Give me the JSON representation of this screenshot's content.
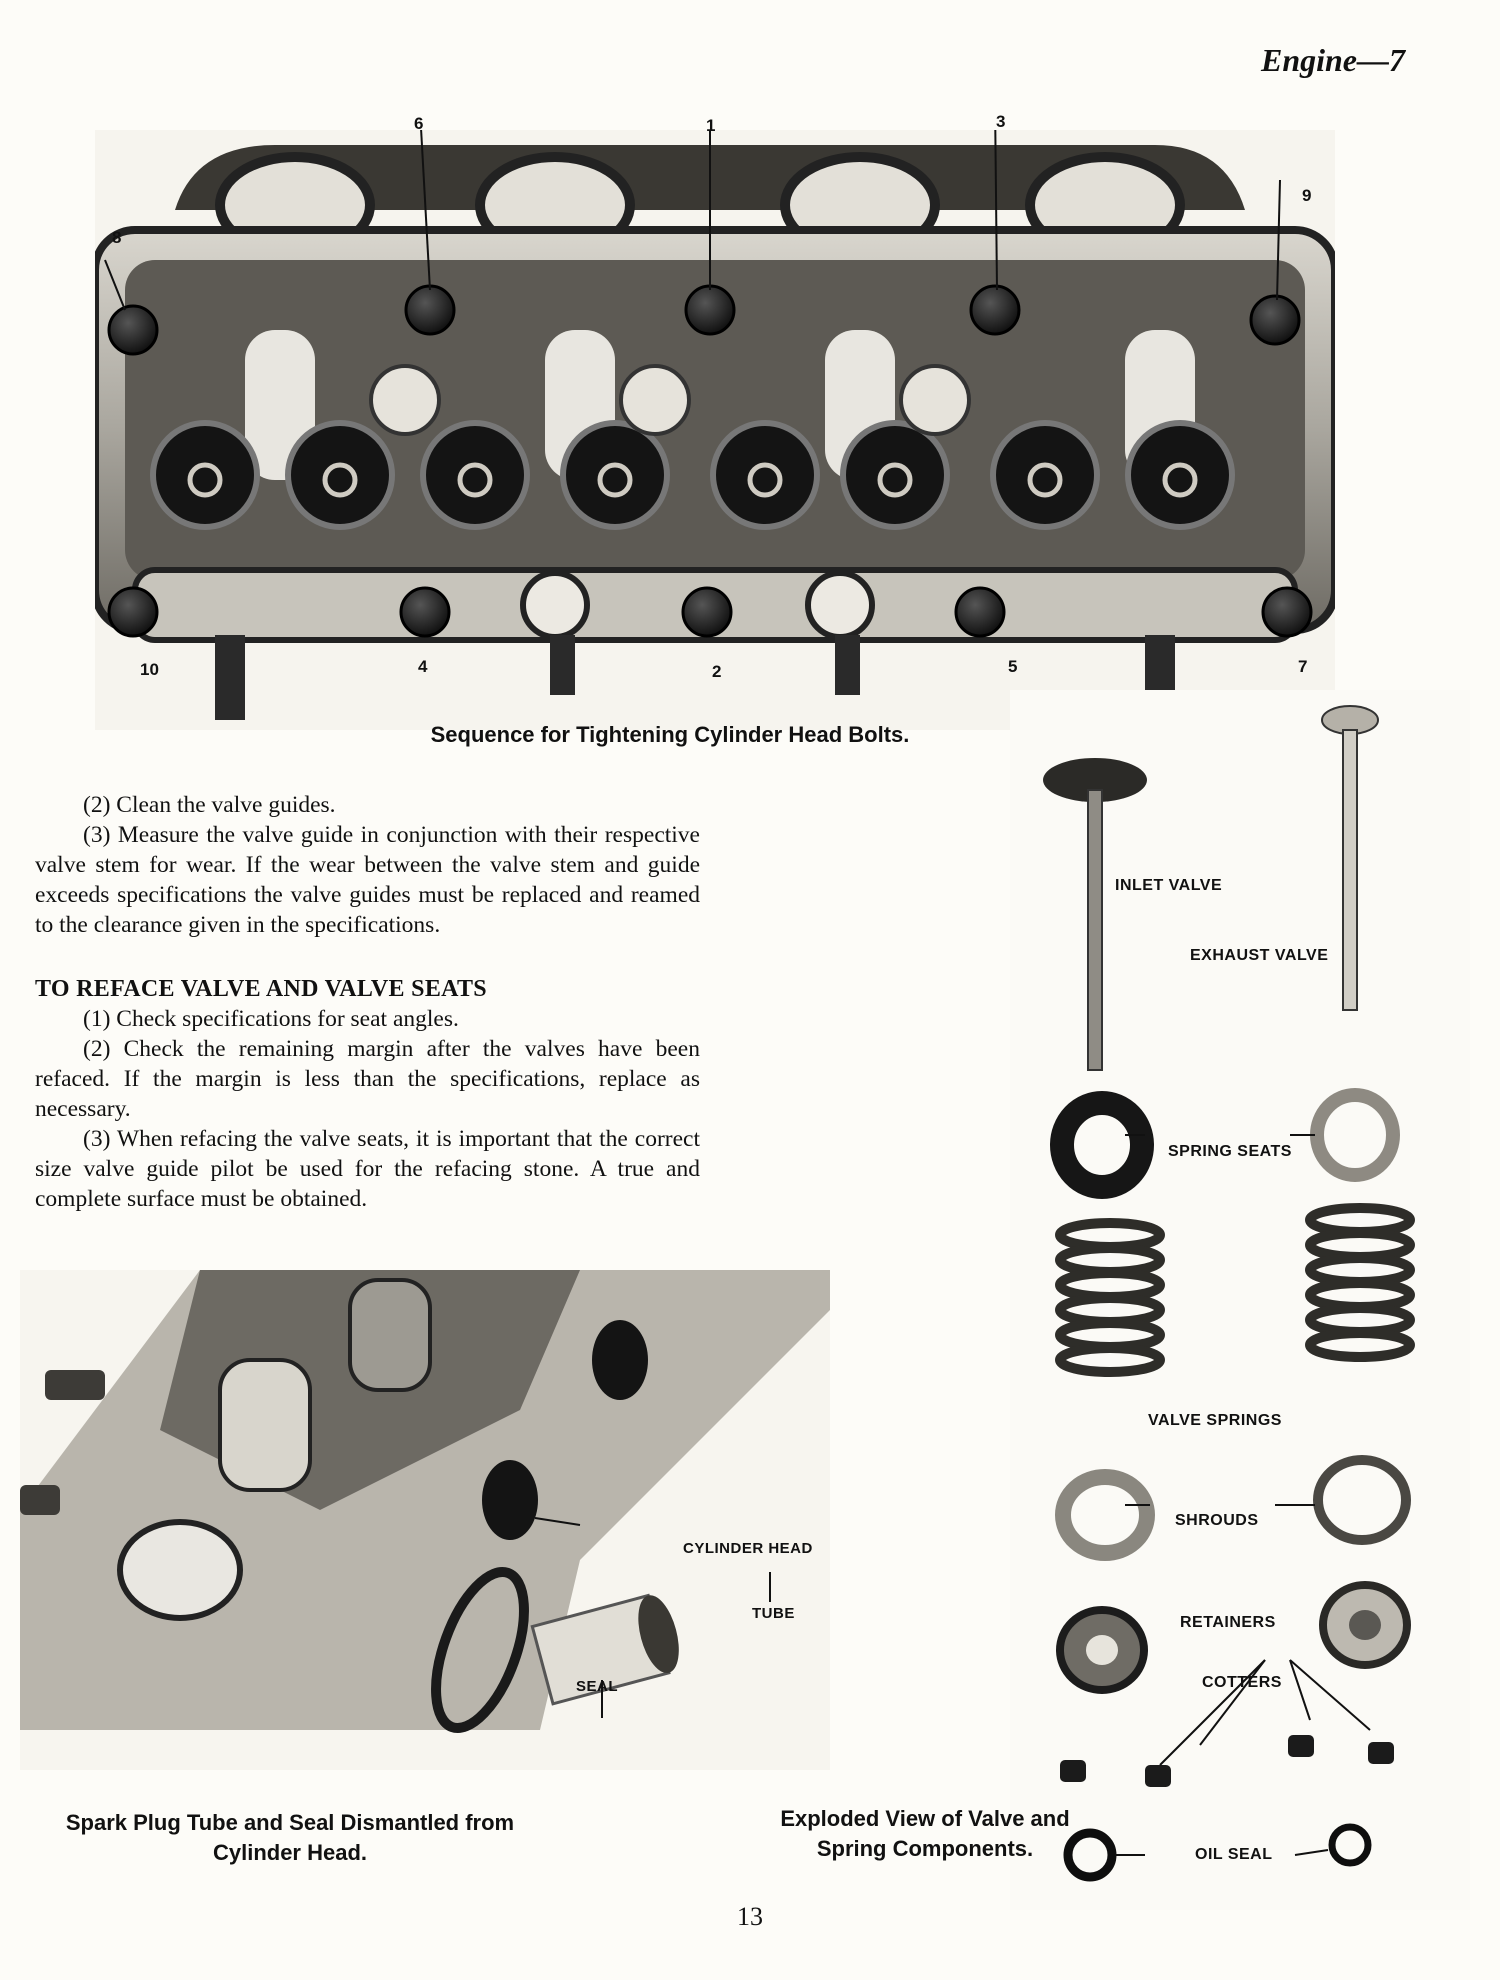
{
  "header": "Engine—7",
  "figure1": {
    "bolt_numbers": [
      "6",
      "1",
      "3",
      "9",
      "8",
      "10",
      "4",
      "2",
      "5",
      "7"
    ],
    "caption": "Sequence for Tightening Cylinder Head Bolts."
  },
  "body": {
    "p1": "(2) Clean the valve guides.",
    "p2": "(3) Measure the valve guide in conjunction with their respective valve stem for wear. If the wear between the valve stem and guide exceeds specifications the valve guides must be replaced and reamed to the clearance given in the specifications.",
    "heading": "TO REFACE VALVE AND VALVE SEATS",
    "p3": "(1) Check specifications for seat angles.",
    "p4": "(2) Check the remaining margin after the valves have been refaced. If the margin is less than the specifications, replace as necessary.",
    "p5": "(3) When refacing the valve seats, it is important that the correct size valve guide pilot be used for the refacing stone. A true and complete surface must be obtained."
  },
  "figure2": {
    "labels": {
      "cylinder_head": "CYLINDER HEAD",
      "tube": "TUBE",
      "seal": "SEAL"
    },
    "caption_line1": "Spark Plug Tube and Seal Dismantled from",
    "caption_line2": "Cylinder Head."
  },
  "figure3": {
    "labels": {
      "inlet_valve": "INLET VALVE",
      "exhaust_valve": "EXHAUST VALVE",
      "spring_seats": "SPRING SEATS",
      "valve_springs": "VALVE SPRINGS",
      "shrouds": "SHROUDS",
      "retainers": "RETAINERS",
      "cotters": "COTTERS",
      "oil_seal": "OIL SEAL"
    },
    "caption_line1": "Exploded View of Valve and",
    "caption_line2": "Spring Components."
  },
  "page_number": "13"
}
